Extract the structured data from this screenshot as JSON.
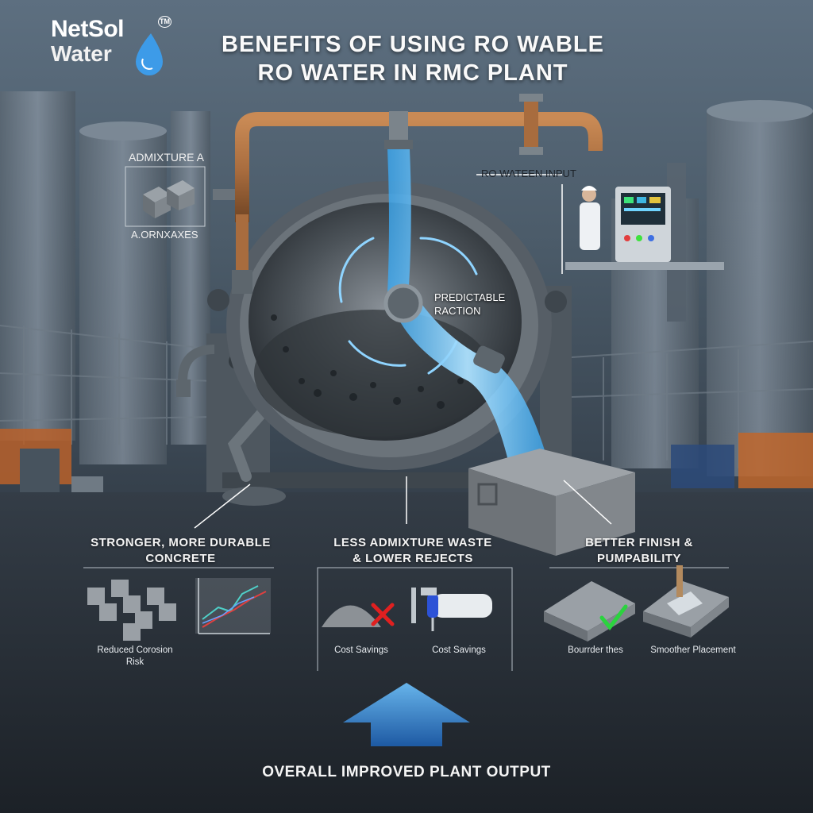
{
  "logo": {
    "line1": "NetSol",
    "line2": "Water",
    "tm": "TM"
  },
  "title": {
    "line1": "BENEFITS OF USING RO WABLE",
    "line2": "RO WATER IN RMC PLANT"
  },
  "labels": {
    "admixture": "ADMIXTURE A",
    "admixture_sub": "A.ORNXAXES",
    "ro_input": "RO WATEEN INPUT",
    "reaction_line1": "PREDICTABLE",
    "reaction_line2": "RACTION"
  },
  "sections": [
    {
      "heading_line1": "STRONGER, MORE DURABLE",
      "heading_line2": "CONCRETE",
      "captions": [
        "Reduced Corosion Risk"
      ]
    },
    {
      "heading_line1": "LESS ADMIXTURE WASTE",
      "heading_line2": "& LOWER REJECTS",
      "captions": [
        "Cost Savings",
        "Cost Savings"
      ]
    },
    {
      "heading_line1": "BETTER FINISH &",
      "heading_line2": "PUMPABILITY",
      "captions": [
        "Bourrder thes",
        "Smoother Placement"
      ]
    }
  ],
  "footer": "OVERALL IMPROVED PLANT OUTPUT",
  "colors": {
    "water": "#5bc0ff",
    "pipe": "#a86c3e",
    "check": "#2bd33e",
    "cross": "#e02020",
    "arrow": "#5aa8f0"
  }
}
